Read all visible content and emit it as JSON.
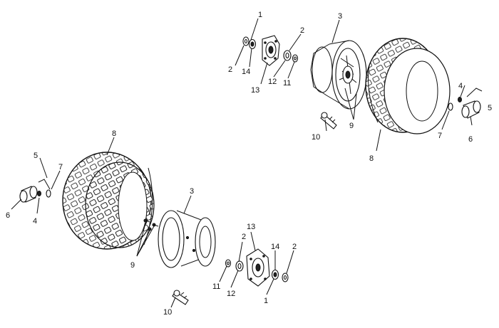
{
  "diagram": {
    "callouts": {
      "r1": "1",
      "r2a": "2",
      "r2b": "2",
      "r3": "3",
      "r4": "4",
      "r5": "5",
      "r6": "6",
      "r7": "7",
      "r8": "8",
      "r9": "9",
      "r10": "10",
      "r11": "11",
      "r12": "12",
      "r13": "13",
      "r14": "14",
      "l1": "1",
      "l2a": "2",
      "l2b": "2",
      "l3": "3",
      "l4": "4",
      "l5": "5",
      "l6": "6",
      "l7": "7",
      "l8": "8",
      "l9": "9",
      "l10": "10",
      "l11": "11",
      "l12": "12",
      "l13": "13",
      "l14": "14"
    }
  }
}
